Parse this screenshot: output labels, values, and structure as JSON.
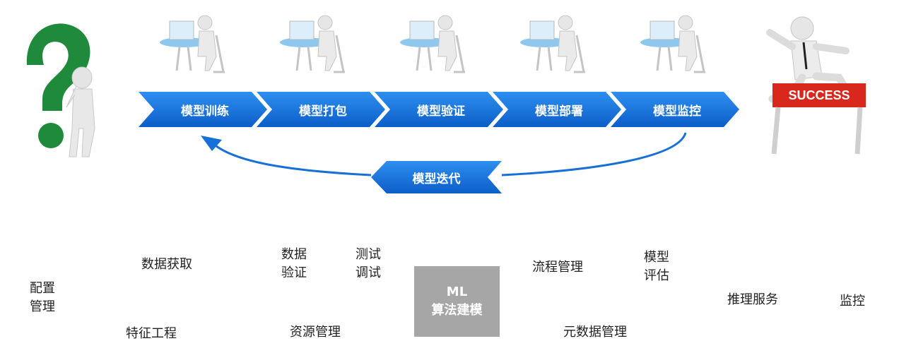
{
  "pipeline": {
    "stages": [
      "模型训练",
      "模型打包",
      "模型验证",
      "模型部署",
      "模型监控"
    ],
    "iteration_label": "模型迭代"
  },
  "success_sign": "SUCCESS",
  "components": {
    "config": [
      "配置",
      "管理"
    ],
    "data_acquisition": "数据获取",
    "feature_engineering": "特征工程",
    "data_validation": [
      "数据",
      "验证"
    ],
    "test_debug": [
      "测试",
      "调试"
    ],
    "resource_management": "资源管理",
    "ml_box": [
      "ML",
      "算法建模"
    ],
    "process_management": "流程管理",
    "metadata_management": "元数据管理",
    "model_evaluation": [
      "模型",
      "评估"
    ],
    "inference_service": "推理服务",
    "monitoring": "监控"
  },
  "colors": {
    "arrow_blue": "#1670d8",
    "question_green": "#1f8a3c",
    "sign_red": "#d8281e",
    "box_gray": "#a6a6a6"
  }
}
